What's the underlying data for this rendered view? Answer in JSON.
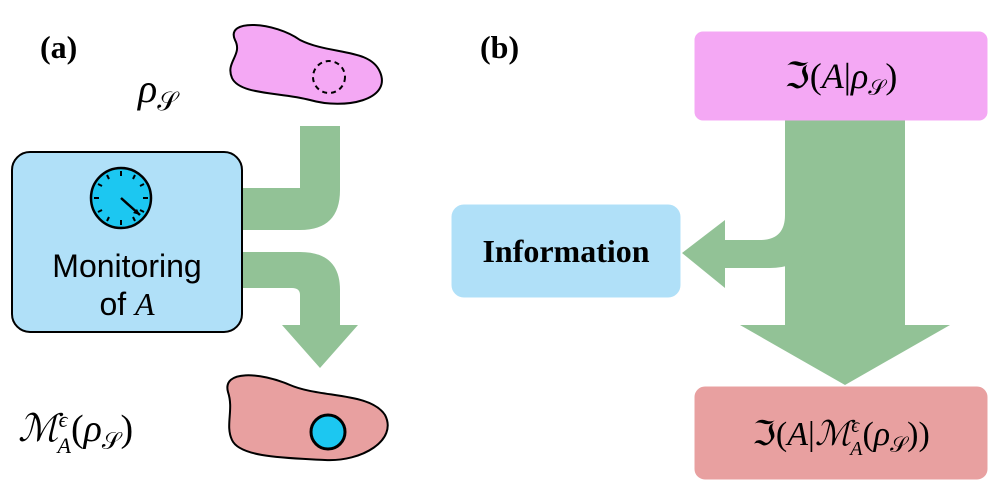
{
  "panel_a": {
    "label": "(a)",
    "rho_label": "ρ𝒮",
    "monitor_text_line1": "Monitoring",
    "monitor_text_line2": "of A",
    "result_label": "ℳᴬᵉ(ρ𝒮)",
    "colors": {
      "state": "#f4a8f4",
      "monitor_box": "#b0e0f8",
      "result": "#e8a0a0",
      "arrow": "#92c296",
      "dot": "#1cc7f1"
    },
    "icons": {
      "clock": "clock-icon"
    }
  },
  "panel_b": {
    "label": "(b)",
    "top_box_text": "ℑ(A|ρ𝒮)",
    "info_box_text": "Information",
    "bottom_box_text": "ℑ(A|ℳᴬᵉ(ρ𝒮))",
    "colors": {
      "top": "#f4a8f4",
      "info": "#b0e0f8",
      "bottom": "#e8a0a0",
      "arrow": "#92c296"
    }
  }
}
